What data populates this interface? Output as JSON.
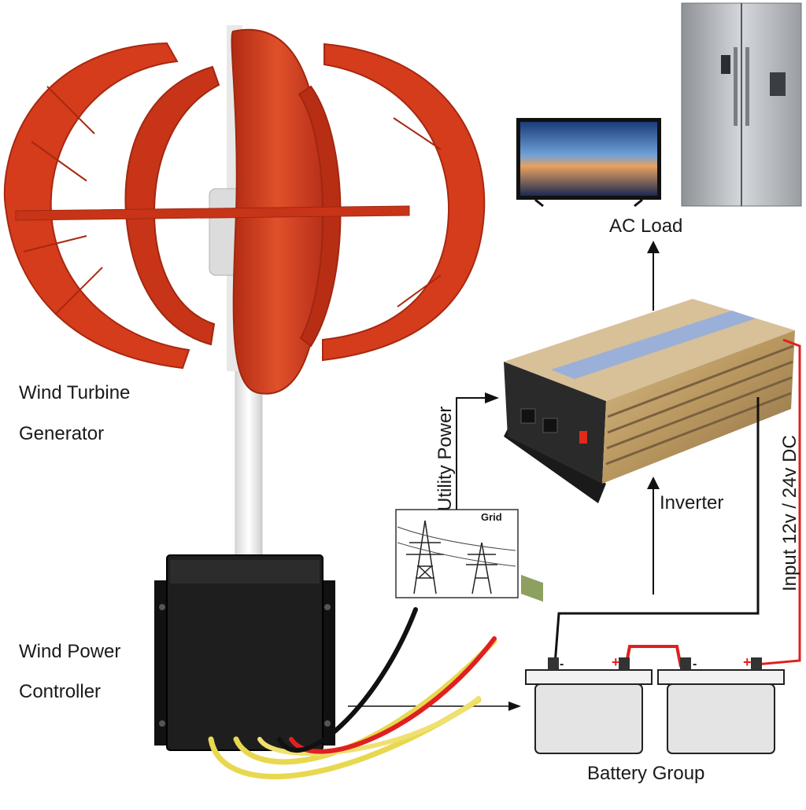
{
  "labels": {
    "ac_load": "AC Load",
    "wind_turbine_line1": "Wind Turbine",
    "wind_turbine_line2": "Generator",
    "utility_power": "Utility Power",
    "grid": "Grid",
    "inverter": "Inverter",
    "input_dc": "Input 12v / 24v DC",
    "wind_power_line1": "Wind Power",
    "wind_power_line2": "Controller",
    "battery_group": "Battery Group",
    "battery_minus": "-",
    "battery_plus": "+"
  },
  "colors": {
    "turbine_red": "#d8401e",
    "turbine_dark": "#b02a12",
    "pole": "#f0f0f0",
    "inverter_gold": "#c8a874",
    "inverter_dark": "#8a6e48",
    "controller": "#1e1e1e",
    "wire_red": "#e02020",
    "wire_yellow": "#f0e060",
    "wire_black": "#101010",
    "battery_gray": "#e4e4e4",
    "fridge": "#b8bcc0",
    "tv_screen": "#3a6fb0"
  }
}
